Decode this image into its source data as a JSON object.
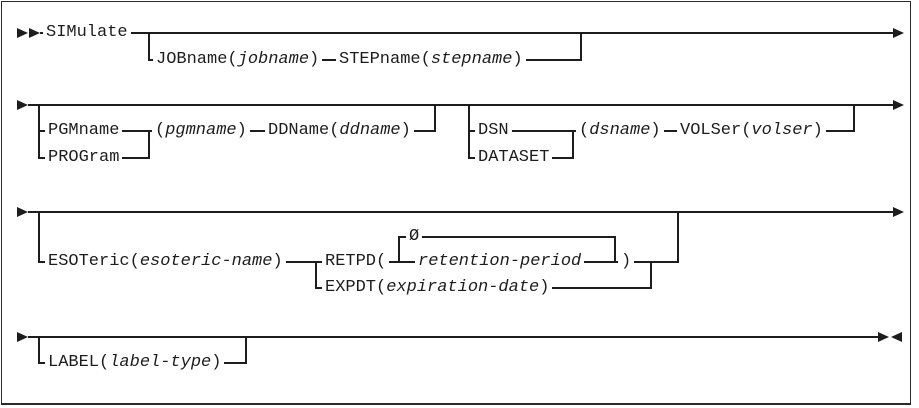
{
  "diagram": {
    "command": "SIMulate",
    "row1": {
      "simulate": "SIMulate",
      "jobname_kw": "JOBname(",
      "jobname_var": "jobname",
      "jobname_close": ")",
      "stepname_kw": "STEPname(",
      "stepname_var": "stepname",
      "stepname_close": ")"
    },
    "row2": {
      "pgmname_kw": "PGMname",
      "program_kw": "PROGram",
      "pgmarg_open": "(",
      "pgmarg_var": "pgmname",
      "pgmarg_close": ")",
      "ddname_kw": "DDName(",
      "ddname_var": "ddname",
      "ddname_close": ")",
      "dsn_kw": "DSN",
      "dataset_kw": "DATASET",
      "dsnarg_open": "(",
      "dsnarg_var": "dsname",
      "dsnarg_close": ")",
      "volser_kw": "VOLSer(",
      "volser_var": "volser",
      "volser_close": ")"
    },
    "row3": {
      "esoteric_kw": "ESOTeric(",
      "esoteric_var": "esoteric-name",
      "esoteric_close": ")",
      "retpd_kw": "RETPD(",
      "default_zero": "Ø",
      "retention_var": "retention-period",
      "retpd_close": ")",
      "expdt_kw": "EXPDT(",
      "expdt_var": "expiration-date",
      "expdt_close": ")"
    },
    "row4": {
      "label_kw": "LABEL(",
      "label_var": "label-type",
      "label_close": ")"
    },
    "colors": {
      "line": "#1d1d1d",
      "background": "#ffffff"
    }
  }
}
